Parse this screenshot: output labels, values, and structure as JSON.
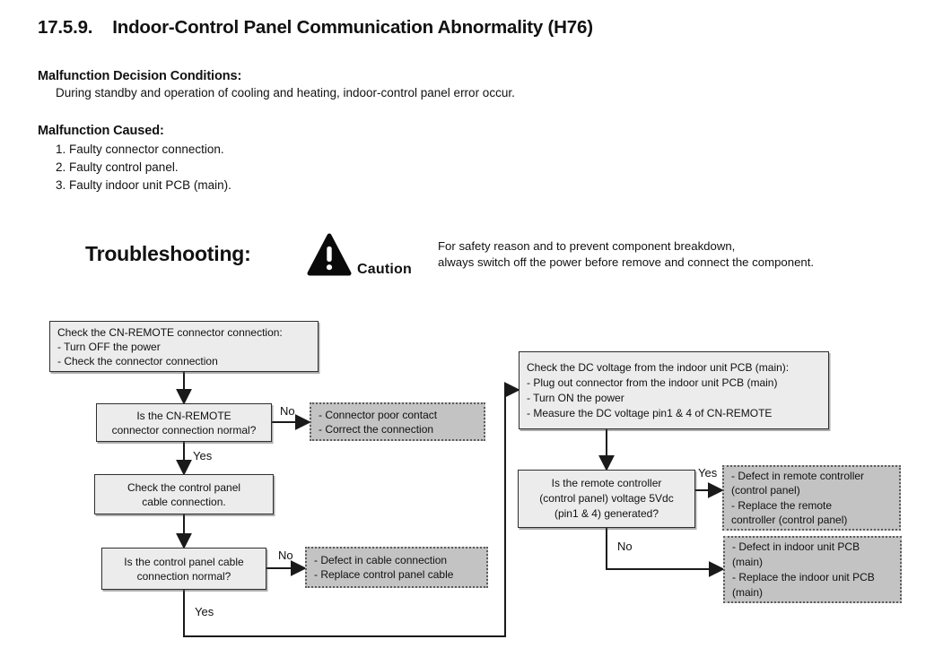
{
  "header": {
    "section_number": "17.5.9.",
    "title": "Indoor-Control Panel Communication Abnormality (H76)"
  },
  "decision": {
    "heading": "Malfunction Decision Conditions:",
    "body": "During standby and operation of cooling and heating, indoor-control panel error occur."
  },
  "caused": {
    "heading": "Malfunction Caused:",
    "items": [
      "1. Faulty connector connection.",
      "2. Faulty control panel.",
      "3. Faulty indoor unit PCB (main)."
    ]
  },
  "troubleshooting": {
    "heading": "Troubleshooting:",
    "caution_icon": "warning-triangle-icon",
    "caution_label": "Caution",
    "note_line1": "For safety reason and to prevent component breakdown,",
    "note_line2": "always switch off the power before remove and connect the component."
  },
  "flowchart": {
    "colors": {
      "process_fill": "#ececec",
      "result_fill": "#c3c3c3",
      "line": "#1a1a1a"
    },
    "labels": {
      "yes": "Yes",
      "no": "No"
    },
    "step_check_connector": {
      "lines": [
        "Check the CN-REMOTE connector connection:",
        "- Turn OFF the power",
        "- Check the connector connection"
      ]
    },
    "decision_connector_normal": {
      "lines": [
        "Is the CN-REMOTE",
        "connector connection normal?"
      ]
    },
    "result_connector": {
      "lines": [
        "- Connector poor contact",
        "- Correct the connection"
      ]
    },
    "step_check_cable": {
      "lines": [
        "Check the control panel",
        "cable connection."
      ]
    },
    "decision_cable_normal": {
      "lines": [
        "Is the control panel cable",
        "connection normal?"
      ]
    },
    "result_cable": {
      "lines": [
        "- Defect in cable connection",
        "- Replace control panel cable"
      ]
    },
    "step_check_voltage": {
      "lines": [
        "Check the DC voltage from the indoor unit PCB (main):",
        "- Plug out connector from the indoor unit PCB (main)",
        "- Turn ON the power",
        "- Measure the DC voltage pin1 & 4 of CN-REMOTE"
      ]
    },
    "decision_voltage_generated": {
      "lines": [
        "Is the remote controller",
        "(control panel) voltage 5Vdc",
        "(pin1 & 4) generated?"
      ]
    },
    "result_remote_controller": {
      "lines": [
        "- Defect in remote controller",
        "(control panel)",
        "- Replace the remote",
        "controller (control panel)"
      ]
    },
    "result_indoor_pcb": {
      "lines": [
        "- Defect in indoor unit PCB",
        "(main)",
        "- Replace the indoor unit PCB",
        "(main)"
      ]
    }
  }
}
